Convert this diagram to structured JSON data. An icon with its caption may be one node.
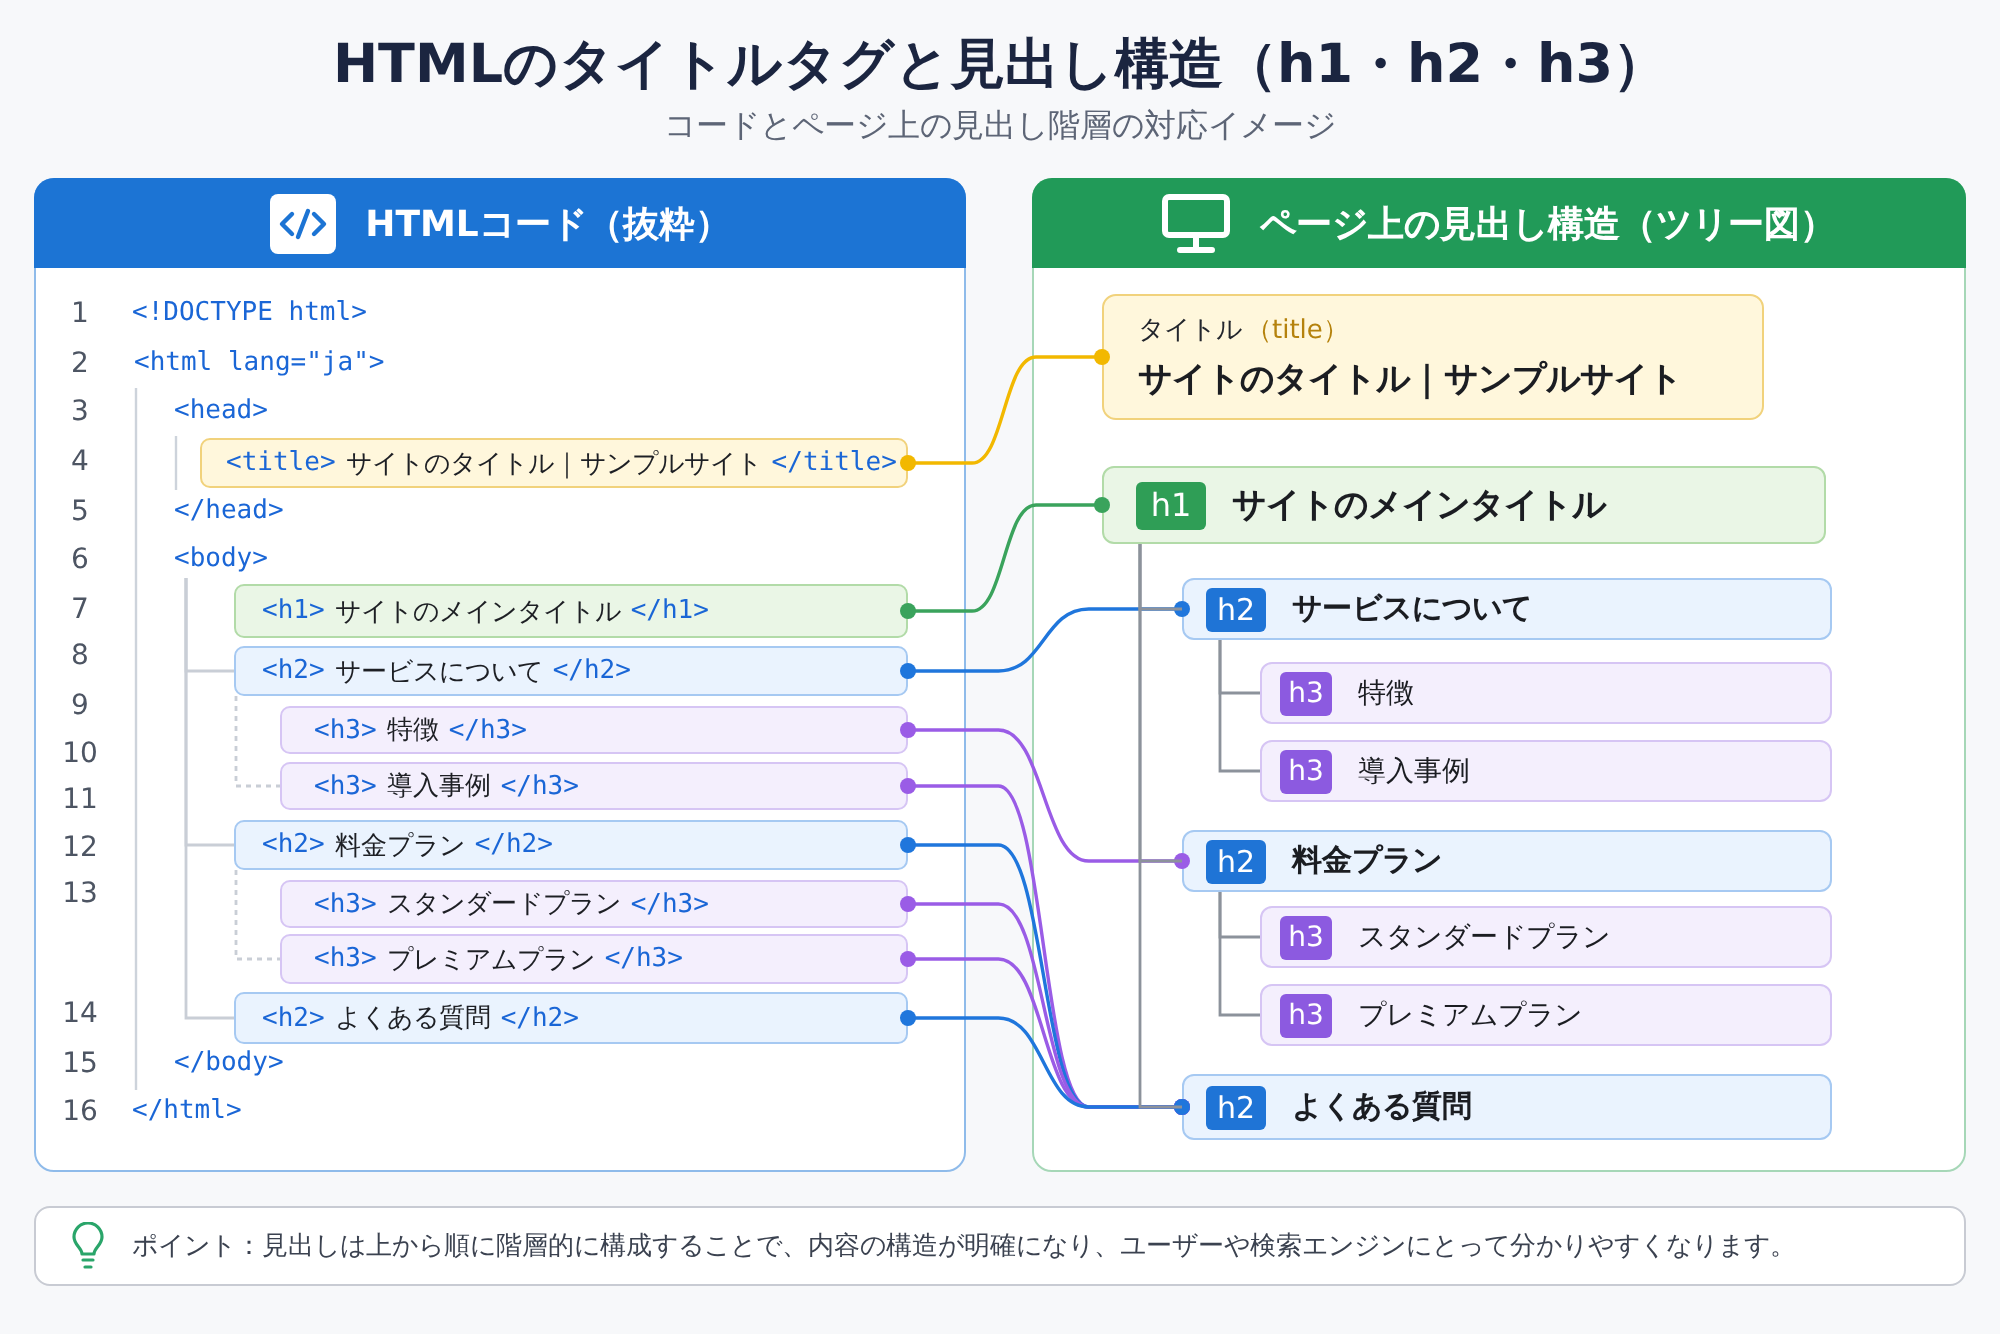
{
  "diagram": {
    "title": "HTMLのタイトルタグと見出し構造（h1・h2・h3）",
    "nodes": [
      {
        "text": [
          "HTMLコード（抜粋）"
        ]
      },
      {
        "text": [
          "<title>",
          "サイトのタイトル｜サンプルサイト",
          "</title>"
        ],
        "in": 0
      },
      {
        "text": [
          "<body>"
        ],
        "in": 0
      },
      {
        "text": [
          "<h1>",
          "サイトのメインタイトル",
          "</h1>"
        ],
        "in": 0
      },
      {
        "text": [
          "<h2>",
          "サービスについて",
          "</h2>"
        ],
        "in": 0
      },
      {
        "text": [
          "<h3>",
          "特徴",
          "</h3>"
        ],
        "in": 0
      },
      {
        "text": [
          "<h3>",
          "導入事例",
          "</h3>"
        ],
        "in": 0
      },
      {
        "text": [
          "<h2>",
          "料金プラン",
          "</h2>"
        ],
        "in": 0
      },
      {
        "text": [
          "<h3>",
          "スタンダードプラン",
          "</h3>"
        ],
        "in": 0
      },
      {
        "text": [
          "<h3>",
          "プレミアムプラン",
          "</h3>"
        ],
        "in": 0
      },
      {
        "text": [
          "<h2>",
          "よくある質問",
          "</h2>"
        ],
        "in": 0
      },
      {
        "text": [
          "ページ上の見出し構造（ツリー図）"
        ]
      },
      {
        "text": [
          "タイトル",
          "（title）",
          "サイトのタイトル｜サンプルサイト"
        ],
        "in": 11
      },
      {
        "text": [
          "h1",
          "サイトのメインタイトル"
        ],
        "in": 11
      },
      {
        "text": [
          "h2",
          "サービスについて"
        ],
        "in": 11
      },
      {
        "text": [
          "h3",
          "特徴"
        ],
        "in": 11
      },
      {
        "text": [
          "h3",
          "導入事例"
        ],
        "in": 11
      },
      {
        "text": [
          "h2",
          "料金プラン"
        ],
        "in": 11
      },
      {
        "text": [
          "h3",
          "スタンダードプラン"
        ],
        "in": 11
      },
      {
        "text": [
          "h3",
          "プレミアムプラン"
        ],
        "in": 11
      },
      {
        "text": [
          "h2",
          "よくある質問"
        ],
        "in": 11
      },
      {
        "text": [
          "ポイント：見出しは上から順に階層的に構成することで、内容の構造が明確になり、ユーザーや検索エンジンにとって分かりやすくなります。"
        ]
      }
    ],
    "edges": [
      {
        "from": 1,
        "to": 12,
        "arrow": "other",
        "color": "#f2b800"
      },
      {
        "from": 3,
        "to": 13,
        "arrow": "other",
        "color": "#3aa35c"
      },
      {
        "from": 4,
        "to": 14,
        "arrow": "other",
        "color": "#1f76dc"
      },
      {
        "from": 5,
        "to": 17,
        "arrow": "other",
        "color": "#9a5ce6"
      },
      {
        "from": 6,
        "to": 20,
        "arrow": "other",
        "color": "#9a5ce6"
      },
      {
        "from": 7,
        "to": 20,
        "arrow": "other",
        "color": "#1f76dc"
      },
      {
        "from": 8,
        "to": 20,
        "arrow": "other",
        "color": "#9a5ce6"
      },
      {
        "from": 9,
        "to": 20,
        "arrow": "other",
        "color": "#9a5ce6"
      },
      {
        "from": 10,
        "to": 20,
        "arrow": "other",
        "color": "#1f76dc"
      },
      {
        "from": 13,
        "to": 14,
        "arrow": "none"
      },
      {
        "from": 13,
        "to": 17,
        "arrow": "none"
      },
      {
        "from": 13,
        "to": 20,
        "arrow": "none"
      },
      {
        "from": 14,
        "to": 15,
        "arrow": "none"
      },
      {
        "from": 14,
        "to": 16,
        "arrow": "none"
      },
      {
        "from": 17,
        "to": 18,
        "arrow": "none"
      },
      {
        "from": 17,
        "to": 19,
        "arrow": "none"
      },
      {
        "from": 2,
        "to": 4,
        "arrow": "none",
        "color": "#c9ced6"
      },
      {
        "from": 2,
        "to": 7,
        "arrow": "none",
        "color": "#c9ced6"
      },
      {
        "from": 2,
        "to": 10,
        "arrow": "none",
        "color": "#c9ced6"
      },
      {
        "from": 4,
        "to": 6,
        "arrow": "none",
        "style": "dashed",
        "color": "#c9ced6"
      },
      {
        "from": 7,
        "to": 9,
        "arrow": "none",
        "style": "dashed",
        "color": "#c9ced6"
      }
    ],
    "labels": [
      "コードとページ上の見出し階層の対応イメージ",
      "1",
      "<!DOCTYPE html>",
      "2",
      "<html lang=\"ja\">",
      "3",
      "<head>",
      "4",
      "5",
      "</head>",
      "6",
      "7",
      "8",
      "9",
      "10",
      "11",
      "12",
      "13",
      "14",
      "15",
      "</body>",
      "16",
      "</html>"
    ]
  }
}
